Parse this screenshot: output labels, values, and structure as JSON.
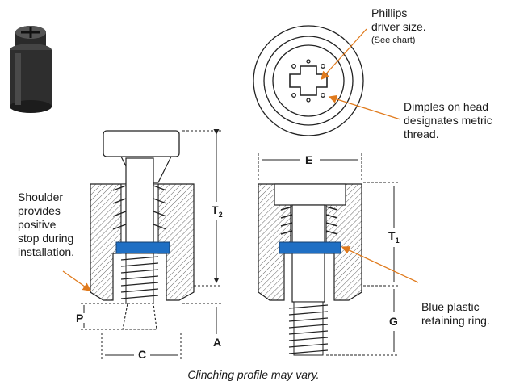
{
  "callouts": {
    "phillips": [
      "Phillips",
      "driver size."
    ],
    "phillips_note": "(See chart)",
    "dimples": [
      "Dimples on head",
      "designates metric",
      "thread."
    ],
    "shoulder": [
      "Shoulder",
      "provides",
      "positive",
      "stop during",
      "installation."
    ],
    "ring": [
      "Blue plastic",
      "retaining ring."
    ]
  },
  "dimensions": {
    "T2": "T",
    "T2_sub": "2",
    "T1": "T",
    "T1_sub": "1",
    "E": "E",
    "P": "P",
    "A": "A",
    "C": "C",
    "G": "G"
  },
  "caption": "Clinching profile may vary.",
  "colors": {
    "ring": "#1f6fc4",
    "arrow": "#e07a1c",
    "part": "#2b2b2b"
  }
}
